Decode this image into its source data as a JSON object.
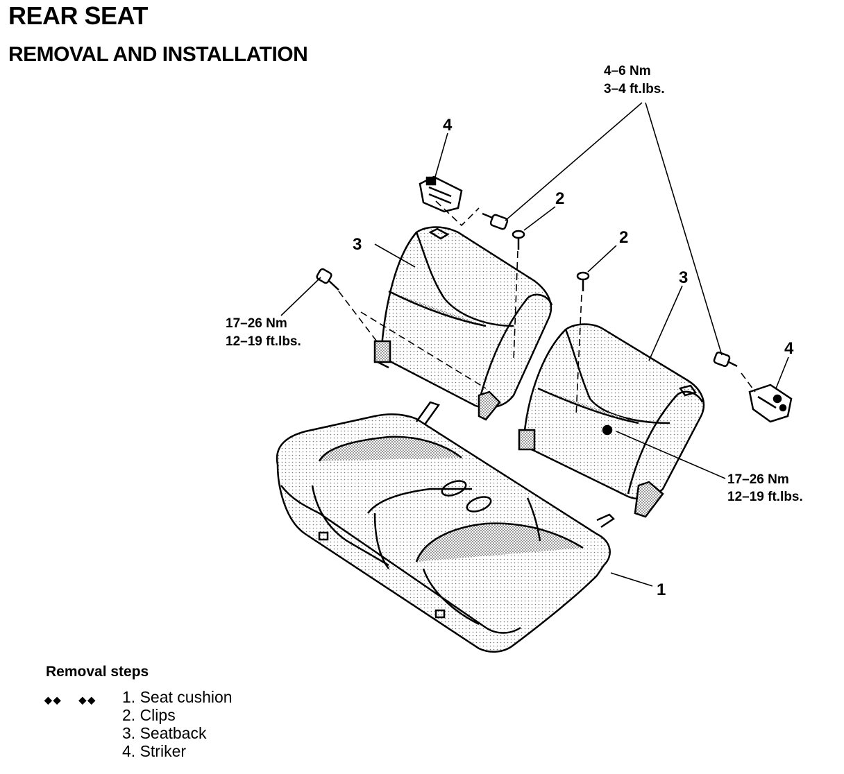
{
  "header": {
    "title": "REAR SEAT",
    "subtitle": "REMOVAL AND INSTALLATION"
  },
  "labels": {
    "part1": "1",
    "part2a": "2",
    "part2b": "2",
    "part3a": "3",
    "part3b": "3",
    "part4a": "4",
    "part4b": "4"
  },
  "torque": {
    "striker": {
      "nm": "4–6 Nm",
      "ftlb": "3–4 ft.lbs."
    },
    "seatback_left": {
      "nm": "17–26 Nm",
      "ftlb": "12–19 ft.lbs."
    },
    "seatback_right": {
      "nm": "17–26 Nm",
      "ftlb": "12–19 ft.lbs."
    }
  },
  "removal": {
    "title": "Removal steps",
    "markers": [
      "◆◆",
      "◆◆"
    ],
    "steps": [
      "1. Seat cushion",
      "2. Clips",
      "3. Seatback",
      "4. Striker"
    ]
  }
}
